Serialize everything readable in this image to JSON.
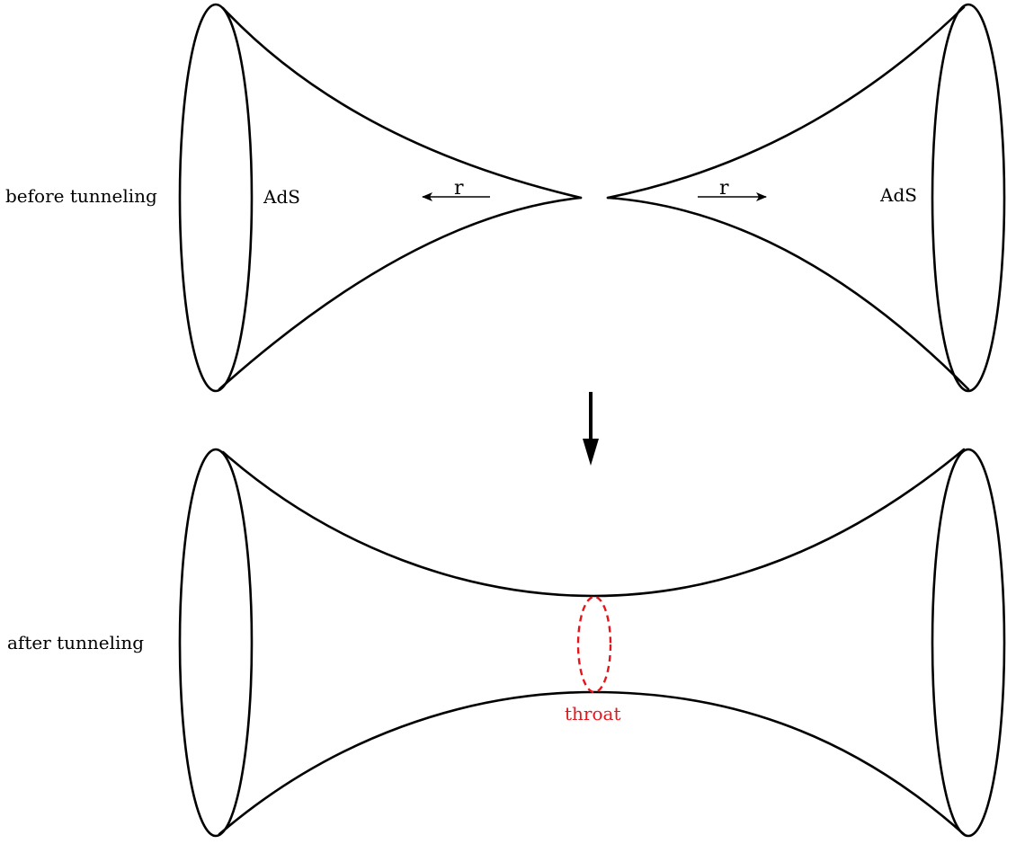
{
  "labels": {
    "before": "before tunneling",
    "after": "after tunneling",
    "ads_left": "AdS",
    "ads_right": "AdS",
    "r_left": "r",
    "r_right": "r",
    "throat": "throat"
  },
  "colors": {
    "ink": "#000000",
    "throat": "#e8141b",
    "background": "#ffffff"
  }
}
